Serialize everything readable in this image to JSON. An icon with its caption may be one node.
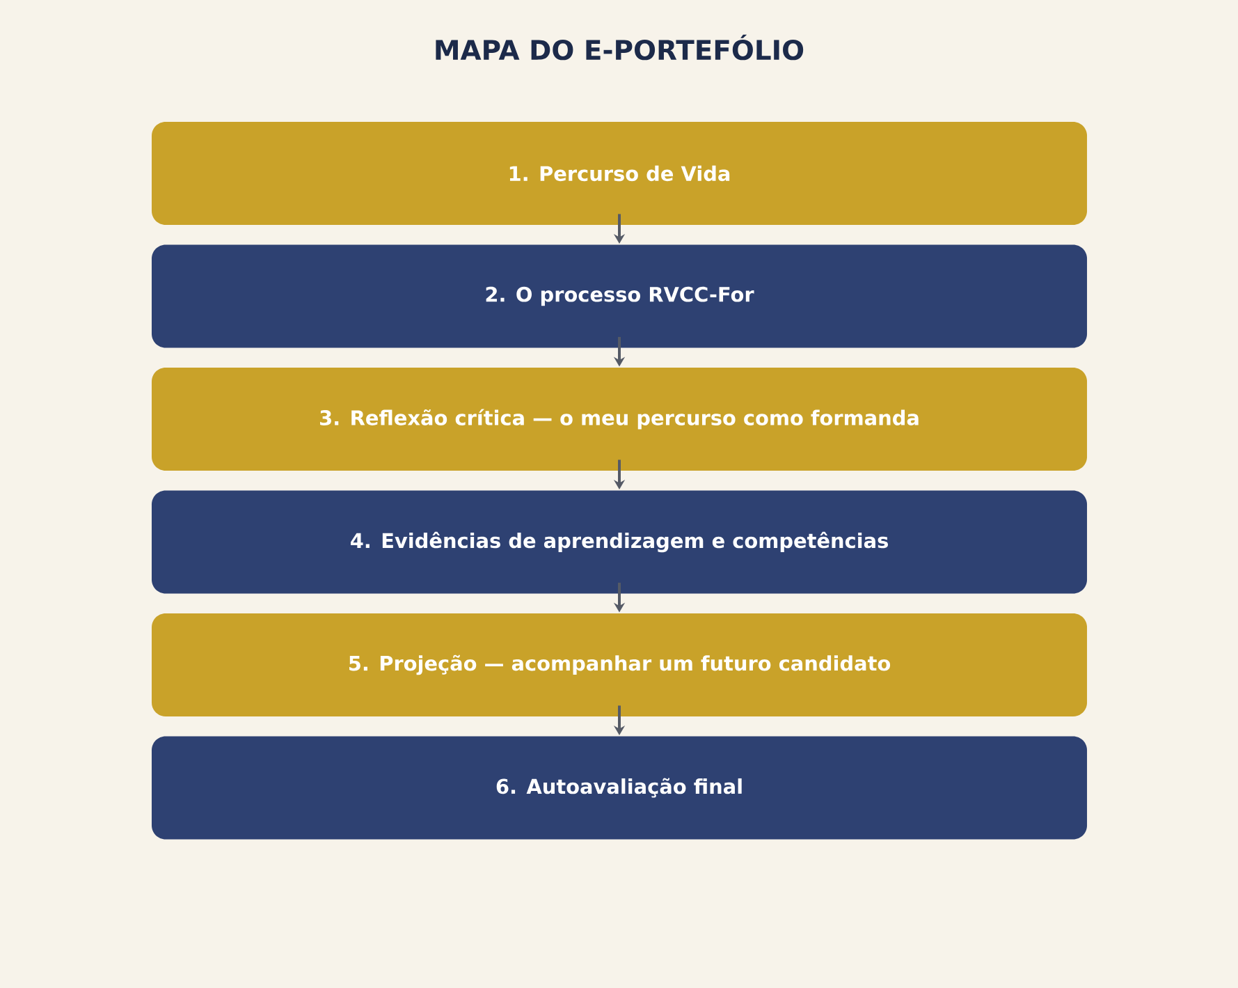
{
  "diagram": {
    "title": "MAPA DO E-PORTEFÓLIO",
    "nodes": [
      {
        "text": [
          "1. Percurso de Vida"
        ]
      },
      {
        "text": [
          "2. O processo RVCC-For"
        ]
      },
      {
        "text": [
          "3. Reflexão crítica — o meu percurso como formanda"
        ]
      },
      {
        "text": [
          "4. Evidências de aprendizagem e competências"
        ]
      },
      {
        "text": [
          "5. Projeção — acompanhar um futuro candidato"
        ]
      },
      {
        "text": [
          "6. Autoavaliação final"
        ]
      }
    ],
    "edges": [
      {
        "from": 0,
        "to": 1,
        "arrow": "to"
      },
      {
        "from": 1,
        "to": 2,
        "arrow": "to"
      },
      {
        "from": 2,
        "to": 3,
        "arrow": "to"
      },
      {
        "from": 3,
        "to": 4,
        "arrow": "to"
      },
      {
        "from": 4,
        "to": 5,
        "arrow": "to"
      }
    ]
  }
}
